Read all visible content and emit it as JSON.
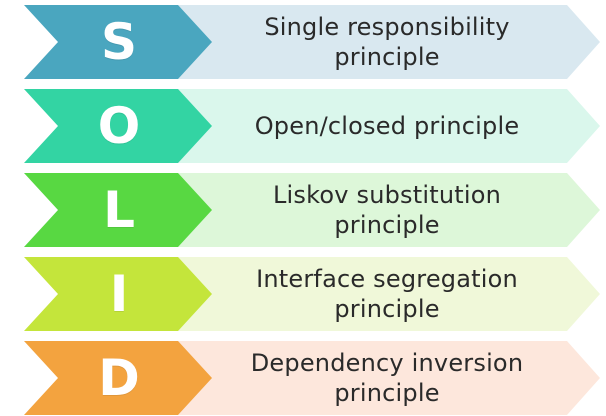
{
  "items": [
    {
      "letter": "S",
      "label": "Single responsibility principle",
      "chevron_color": "#4aa6bf",
      "banner_color": "#d9e8f0"
    },
    {
      "letter": "O",
      "label": "Open/closed principle",
      "chevron_color": "#33d4a3",
      "banner_color": "#daf7ec"
    },
    {
      "letter": "L",
      "label": "Liskov substitution principle",
      "chevron_color": "#58d842",
      "banner_color": "#ddf7d9"
    },
    {
      "letter": "I",
      "label": "Interface segregation principle",
      "chevron_color": "#c4e53b",
      "banner_color": "#f0f8d9"
    },
    {
      "letter": "D",
      "label": "Dependency inversion principle",
      "chevron_color": "#f3a33f",
      "banner_color": "#fde7dc"
    }
  ]
}
